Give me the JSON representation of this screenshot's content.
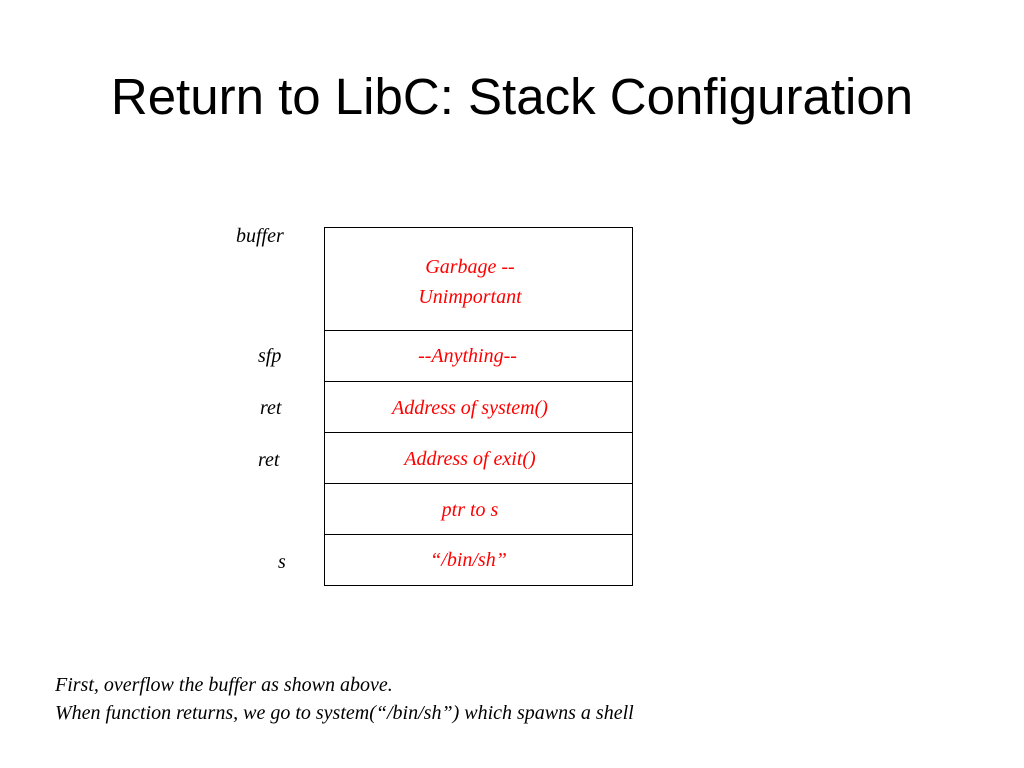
{
  "slide": {
    "title": "Return to LibC: Stack Configuration"
  },
  "stack": {
    "labels": {
      "buffer": "buffer",
      "sfp": "sfp",
      "ret1": "ret",
      "ret2": "ret",
      "s": "s"
    },
    "cells": {
      "buffer_line1": "Garbage --",
      "buffer_line2": "Unimportant",
      "sfp": "--Anything--",
      "ret_system": "Address of system()",
      "ret_exit": "Address of exit()",
      "ptr": "ptr to s",
      "binsh": "“/bin/sh”"
    },
    "colors": {
      "cell_text": "#ff0000",
      "label_text": "#000000",
      "border": "#000000"
    }
  },
  "caption": {
    "line1": "First, overflow the buffer as shown above.",
    "line2": "When function returns, we go to system(“/bin/sh”) which spawns a shell"
  }
}
